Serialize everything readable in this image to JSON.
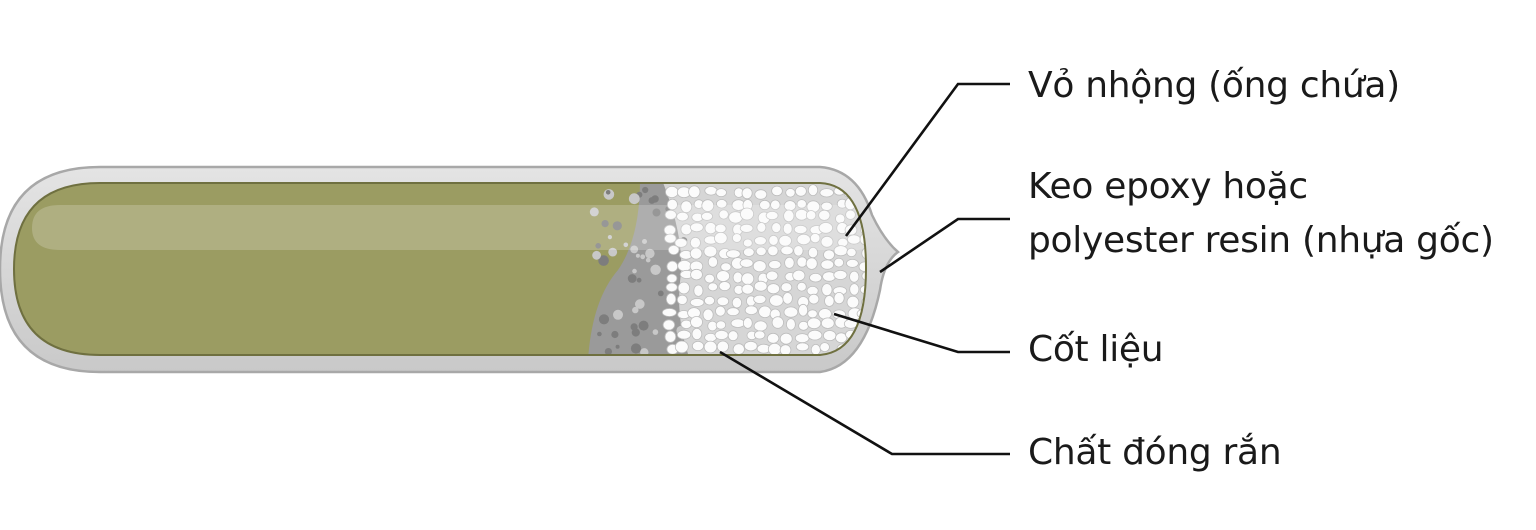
{
  "labels": {
    "shell": "Vỏ nhộng (ống chứa)",
    "resin_line1": "Keo epoxy hoặc",
    "resin_line2": "polyester resin (nhựa gốc)",
    "aggregate": "Cốt liệu",
    "hardener": "Chất đóng rắn"
  },
  "colors": {
    "capsule_shell": "#cfcfcf",
    "resin_fill": "#9b9c62",
    "hardener_fill": "#9a9a9a",
    "aggregate_fill": "#d9d9d9",
    "leader_line": "#111111"
  }
}
